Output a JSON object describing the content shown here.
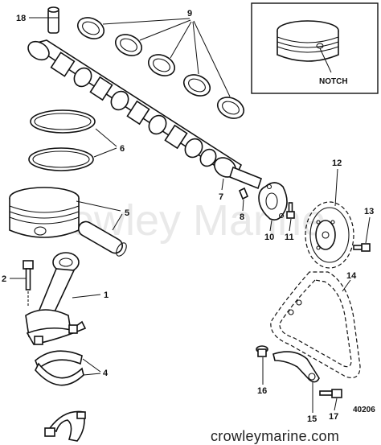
{
  "callouts": {
    "c1": "1",
    "c2": "2",
    "c4": "4",
    "c5": "5",
    "c6": "6",
    "c7": "7",
    "c8": "8",
    "c9": "9",
    "c10": "10",
    "c11": "11",
    "c12": "12",
    "c13": "13",
    "c14": "14",
    "c15": "15",
    "c16": "16",
    "c17": "17",
    "c18": "18"
  },
  "inset": {
    "notch_label": "NOTCH"
  },
  "footer": {
    "figure_number": "40206",
    "website": "crowleymarine.com"
  },
  "watermark": {
    "text": "Crowley Marine"
  }
}
